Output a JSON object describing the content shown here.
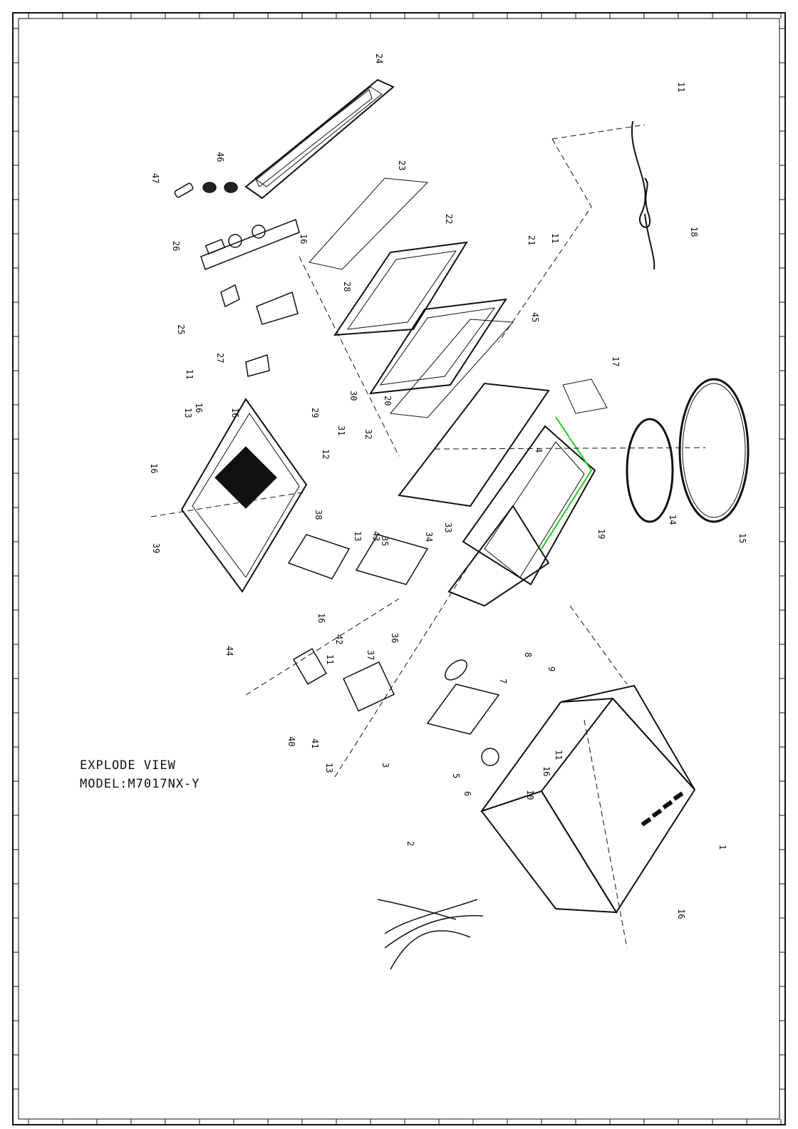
{
  "caption": {
    "title": "EXPLODE VIEW",
    "model": "MODEL:M7017NX-Y"
  },
  "callouts": [
    "1",
    "2",
    "3",
    "4",
    "5",
    "6",
    "7",
    "8",
    "9",
    "10",
    "11",
    "11",
    "11",
    "11",
    "11",
    "12",
    "13",
    "13",
    "13",
    "14",
    "15",
    "16",
    "16",
    "16",
    "16",
    "16",
    "16",
    "16",
    "17",
    "18",
    "19",
    "20",
    "21",
    "22",
    "23",
    "24",
    "25",
    "26",
    "27",
    "28",
    "29",
    "30",
    "31",
    "32",
    "33",
    "34",
    "35",
    "36",
    "37",
    "38",
    "39",
    "40",
    "41",
    "42",
    "43",
    "44",
    "45",
    "46",
    "47"
  ],
  "colors": {
    "line": "#111111",
    "highlight": "#22cc22",
    "background": "#ffffff"
  }
}
